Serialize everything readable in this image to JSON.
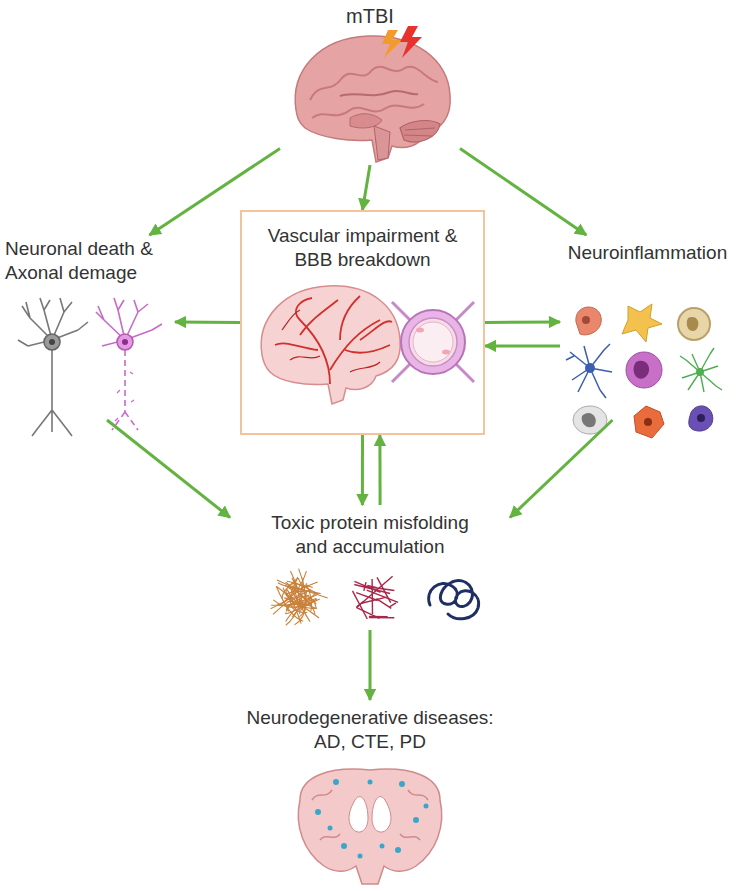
{
  "diagram": {
    "nodes": [
      {
        "text": [
          "mTBI"
        ]
      },
      {
        "text": [
          "Neuronal death & Axonal demage"
        ]
      },
      {
        "text": [
          "Vascular impairment & BBB breakdown"
        ]
      },
      {
        "text": [
          "Neuroinflammation"
        ]
      },
      {
        "text": [
          "Toxic protein misfolding and accumulation"
        ]
      },
      {
        "text": [
          "Neurodegenerative diseases: AD, CTE, PD"
        ]
      }
    ],
    "edges": [
      {
        "from": 0,
        "to": 1,
        "arrow": "to"
      },
      {
        "from": 0,
        "to": 2,
        "arrow": "to"
      },
      {
        "from": 0,
        "to": 3,
        "arrow": "to"
      },
      {
        "from": 2,
        "to": 1,
        "arrow": "to"
      },
      {
        "from": 2,
        "to": 3,
        "arrow": "to"
      },
      {
        "from": 3,
        "to": 2,
        "arrow": "to"
      },
      {
        "from": 1,
        "to": 4,
        "arrow": "to"
      },
      {
        "from": 3,
        "to": 4,
        "arrow": "to"
      },
      {
        "from": 2,
        "to": 4,
        "arrow": "to"
      },
      {
        "from": 4,
        "to": 2,
        "arrow": "to"
      },
      {
        "from": 4,
        "to": 5,
        "arrow": "to"
      }
    ]
  }
}
